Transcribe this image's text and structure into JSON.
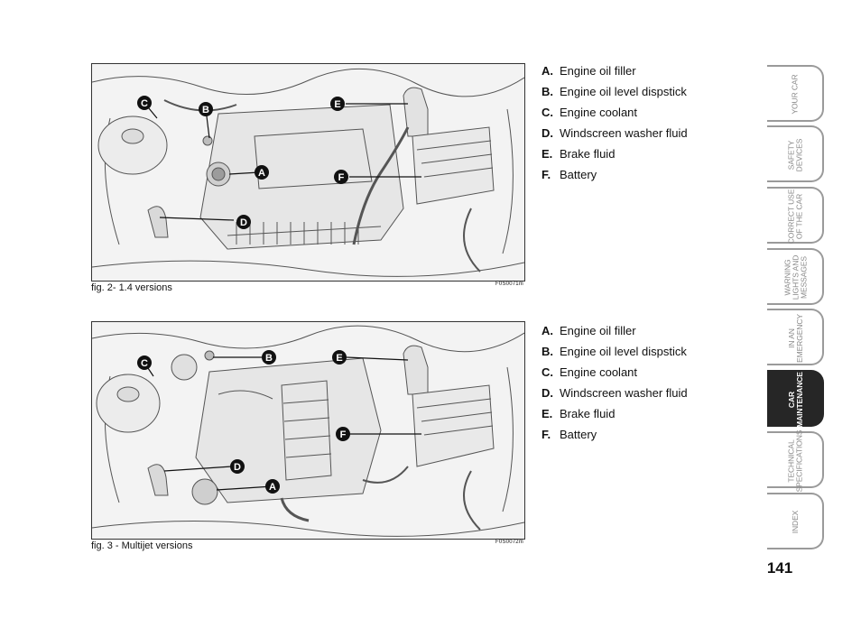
{
  "figures": [
    {
      "caption": "fig. 2- 1.4 versions",
      "code": "F0S0071m",
      "markers": [
        "A",
        "B",
        "C",
        "D",
        "E",
        "F"
      ],
      "legend": [
        {
          "letter": "A.",
          "text": "Engine oil filler"
        },
        {
          "letter": "B.",
          "text": "Engine oil level dispstick"
        },
        {
          "letter": "C.",
          "text": "Engine coolant"
        },
        {
          "letter": "D.",
          "text": "Windscreen washer fluid"
        },
        {
          "letter": "E.",
          "text": "Brake fluid"
        },
        {
          "letter": "F.",
          "text": "Battery"
        }
      ]
    },
    {
      "caption": "fig. 3 - Multijet versions",
      "code": "F0S0072m",
      "markers": [
        "A",
        "B",
        "C",
        "D",
        "E",
        "F"
      ],
      "legend": [
        {
          "letter": "A.",
          "text": "Engine oil filler"
        },
        {
          "letter": "B.",
          "text": "Engine oil level dispstick"
        },
        {
          "letter": "C.",
          "text": "Engine coolant"
        },
        {
          "letter": "D.",
          "text": "Windscreen washer fluid"
        },
        {
          "letter": "E.",
          "text": "Brake fluid"
        },
        {
          "letter": "F.",
          "text": "Battery"
        }
      ]
    }
  ],
  "tabs": [
    {
      "label": "YOUR CAR",
      "active": false
    },
    {
      "label": "SAFETY\nDEVICES",
      "active": false
    },
    {
      "label": "CORRECT USE\nOF THE CAR",
      "active": false
    },
    {
      "label": "WARNING\nLIGHTS AND\nMESSAGES",
      "active": false
    },
    {
      "label": "IN AN\nEMERGENCY",
      "active": false
    },
    {
      "label": "CAR\nMAINTENANCE",
      "active": true
    },
    {
      "label": "TECHNICAL\nSPECIFICATIONS",
      "active": false
    },
    {
      "label": "INDEX",
      "active": false
    }
  ],
  "page_number": "141"
}
